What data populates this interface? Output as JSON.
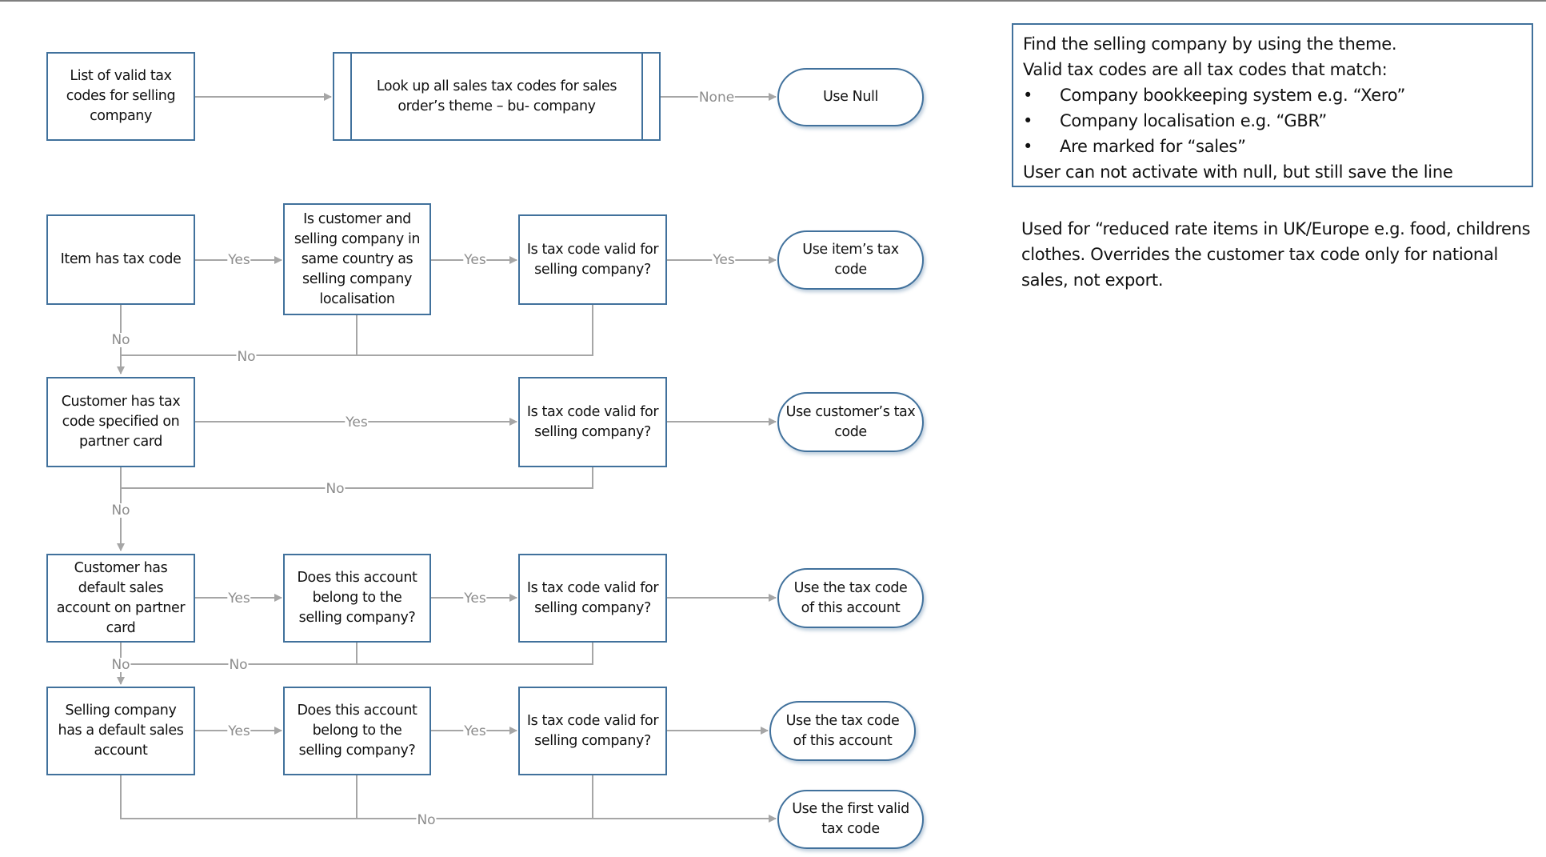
{
  "boxes": {
    "list_valid": "List of valid tax codes for selling company",
    "lookup": "Look up all sales  tax codes for sales order’s theme – bu- company",
    "item_has": "Item has tax code",
    "same_country": "Is customer and selling company in same country as selling company localisation",
    "valid_1": "Is tax code valid for selling company?",
    "customer_has": "Customer has tax code specified on partner card",
    "valid_2": "Is tax code valid for selling company?",
    "cust_default": "Customer has default sales account on partner card",
    "belong_1": "Does this account belong to the selling company?",
    "valid_3": "Is tax code valid for selling company?",
    "selling_default": "Selling company has a default sales account",
    "belong_2": "Does this account belong to the selling company?",
    "valid_4": "Is tax code valid for selling company?"
  },
  "terminals": {
    "use_null": "Use Null",
    "use_item": "Use item’s tax code",
    "use_customer": "Use customer’s tax code",
    "use_account_1": "Use the tax code of this account",
    "use_account_2": "Use the tax code of this account",
    "use_first": "Use the first valid tax code"
  },
  "labels": {
    "none": "None",
    "yes": "Yes",
    "no": "No"
  },
  "note": {
    "line1": "Find the selling company by using  the theme.",
    "line2": "Valid tax codes are all tax codes that match:",
    "bullets": [
      "Company bookkeeping system e.g. “Xero”",
      "Company localisation e.g. “GBR”",
      "Are marked for “sales”"
    ],
    "line3": "User can not activate with null, but still save the line"
  },
  "reduced_note": "Used for “reduced rate items in UK/Europe e.g. food, childrens clothes. Overrides the customer tax code only for national sales, not export.",
  "colors": {
    "box_border": "#41719c",
    "connector": "#a6a6a6",
    "label_text": "#8c8c8c"
  }
}
